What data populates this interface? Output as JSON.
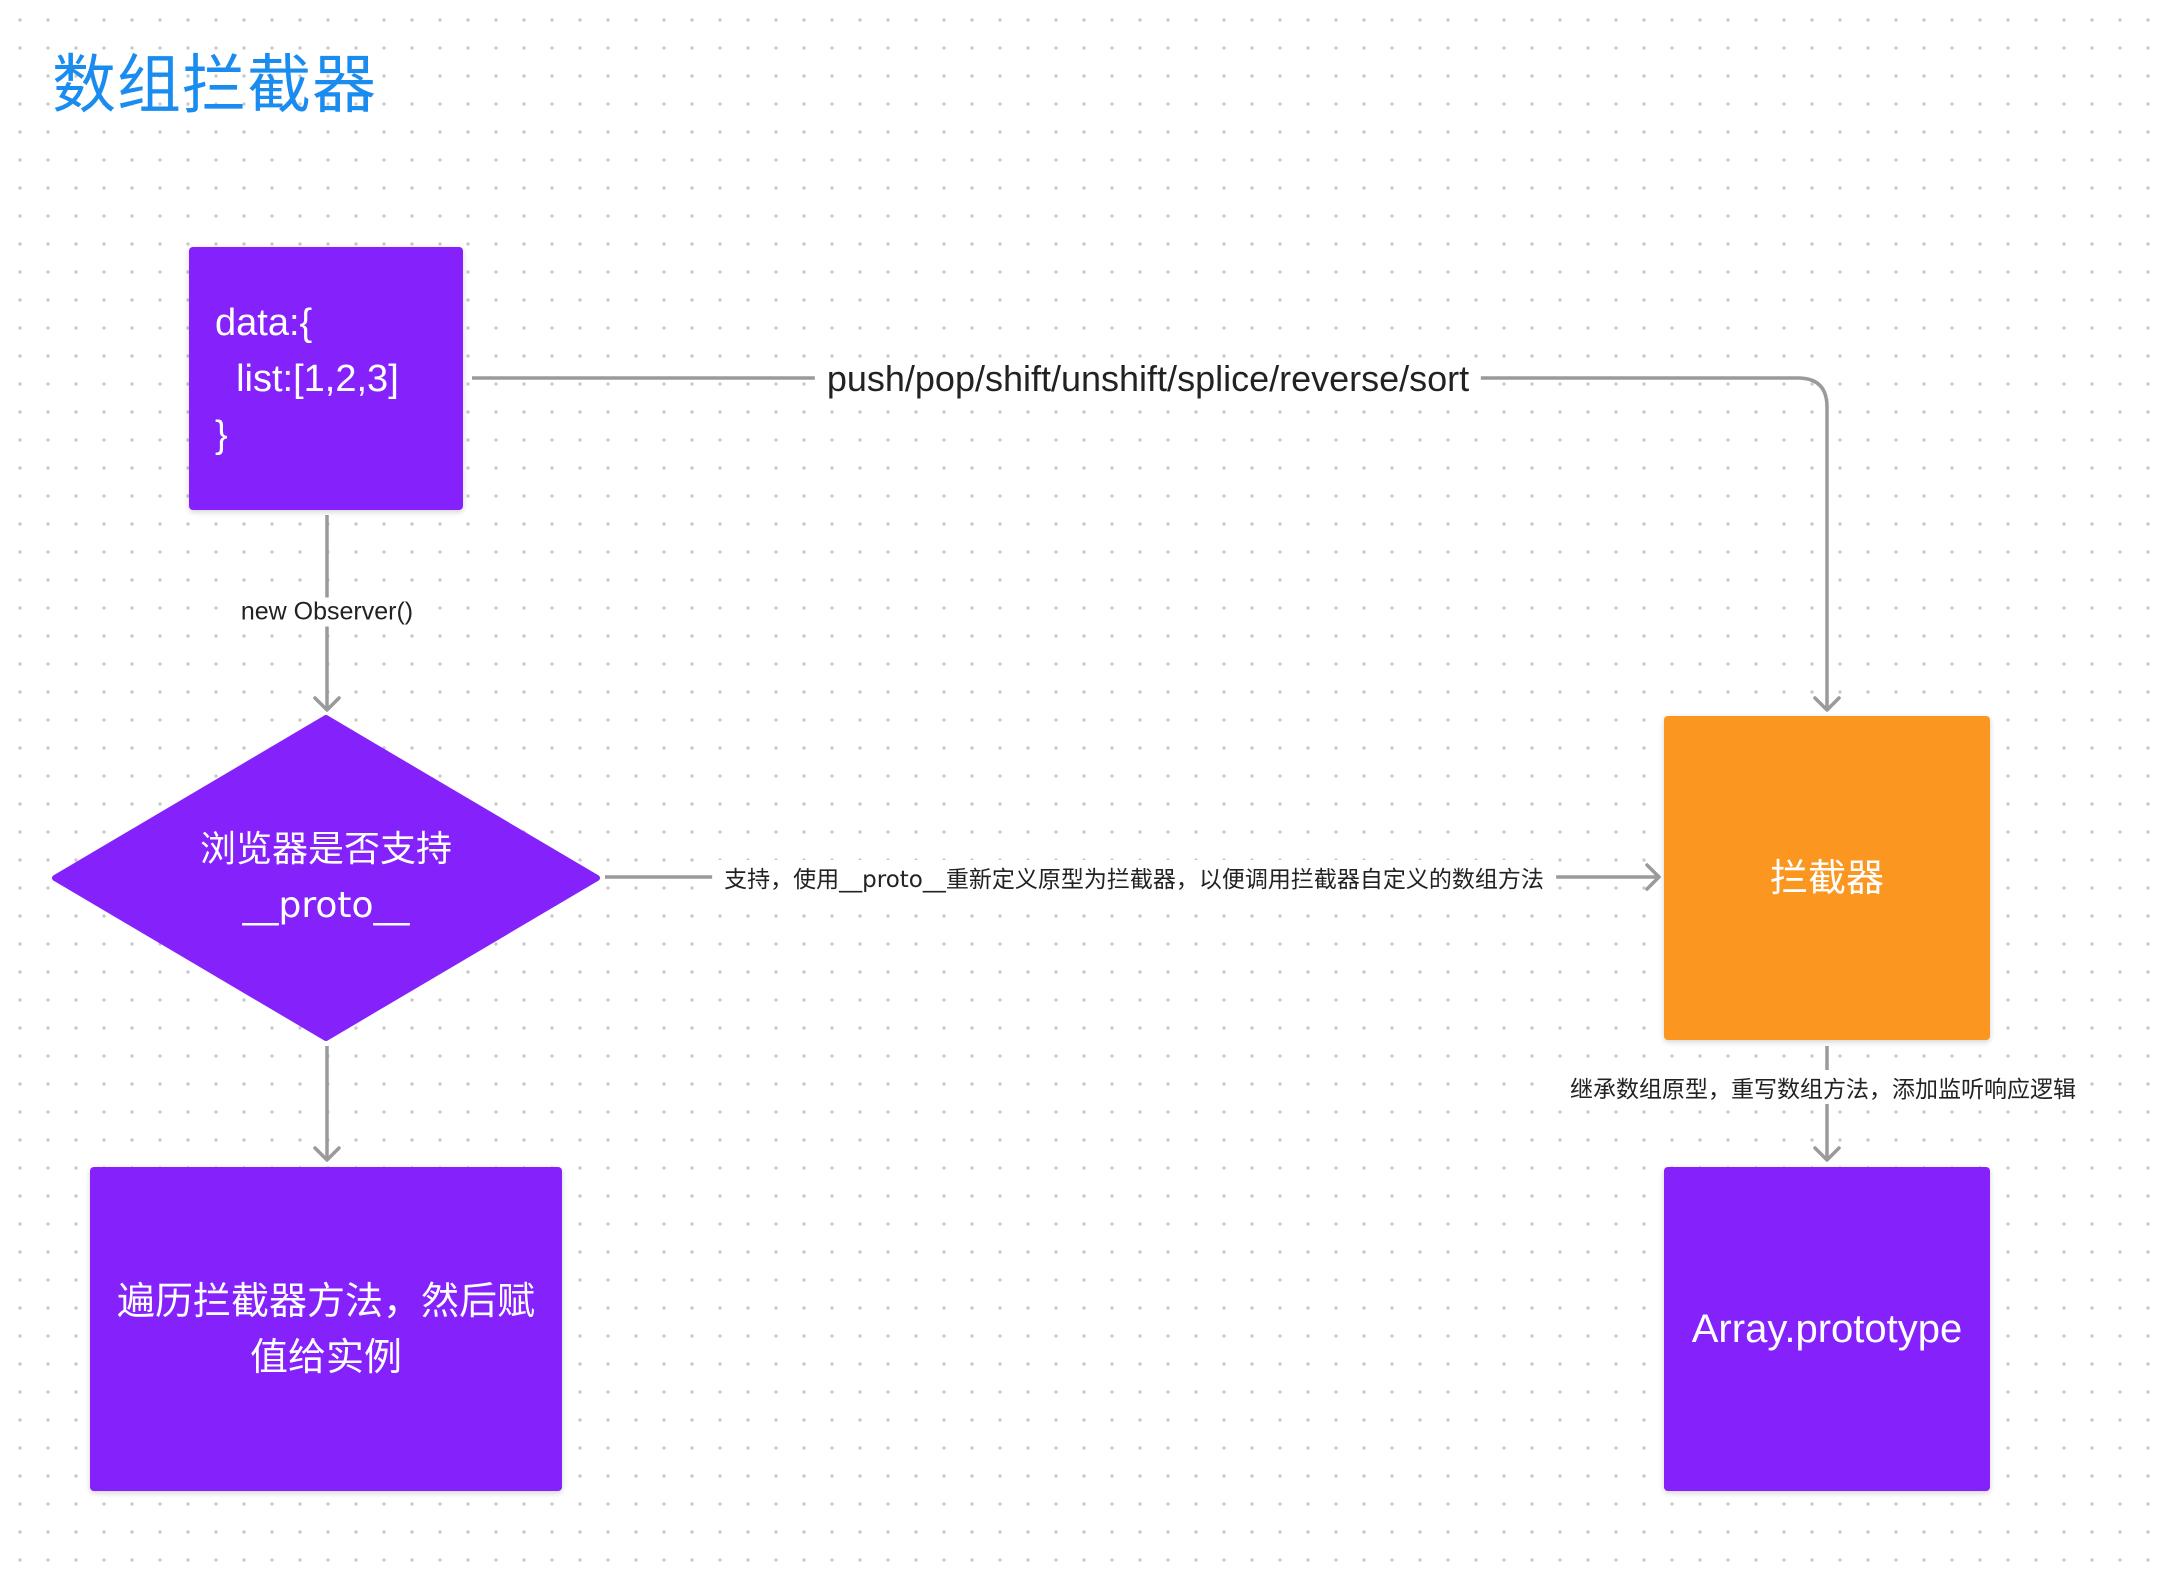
{
  "title": "数组拦截器",
  "colors": {
    "title": "#1a8cf0",
    "purple_node": "#8522fb",
    "orange_node": "#fb9621",
    "node_text": "#ffffff",
    "edge": "#9a9a9a",
    "edge_label_text": "#222222"
  },
  "nodes": {
    "data": {
      "text": "data:{\n  list:[1,2,3]\n}"
    },
    "decision": {
      "line1": "浏览器是否支持",
      "line2": "__proto__"
    },
    "iterate": {
      "line1": "遍历拦截器方法，然后赋",
      "line2": "值给实例"
    },
    "interceptor": {
      "text": "拦截器"
    },
    "array_proto": {
      "text": "Array.prototype"
    }
  },
  "edges": {
    "methods": "push/pop/shift/unshift/splice/reverse/sort",
    "observer": "new Observer()",
    "support": "支持，使用__proto__重新定义原型为拦截器，以便调用拦截器自定义的数组方法",
    "inherit": "继承数组原型，重写数组方法，添加监听响应逻辑"
  }
}
